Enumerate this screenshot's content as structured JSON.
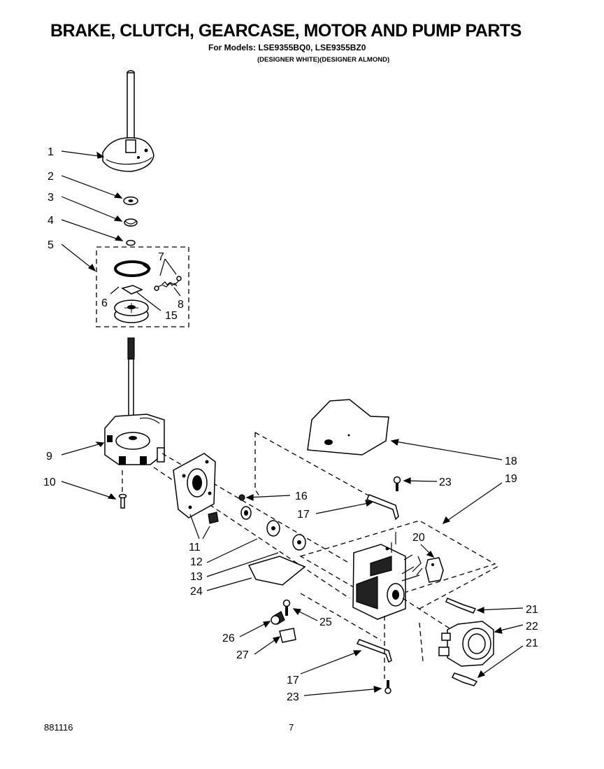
{
  "header": {
    "title": "BRAKE, CLUTCH, GEARCASE, MOTOR AND PUMP PARTS",
    "models": "For Models: LSE9355BQ0, LSE9355BZ0",
    "variants": "(DESIGNER WHITE)(DESIGNER ALMOND)"
  },
  "callouts": {
    "c1": "1",
    "c2": "2",
    "c3": "3",
    "c4": "4",
    "c5": "5",
    "c6": "6",
    "c7": "7",
    "c8": "8",
    "c15": "15",
    "c9": "9",
    "c10": "10",
    "c11": "11",
    "c12": "12",
    "c13": "13",
    "c24": "24",
    "c16": "16",
    "c17a": "17",
    "c18": "18",
    "c23a": "23",
    "c19": "19",
    "c20": "20",
    "c21a": "21",
    "c22": "22",
    "c21b": "21",
    "c25": "25",
    "c26": "26",
    "c27": "27",
    "c17b": "17",
    "c23b": "23"
  },
  "footer": {
    "doc_number": "881116",
    "page_number": "7"
  }
}
